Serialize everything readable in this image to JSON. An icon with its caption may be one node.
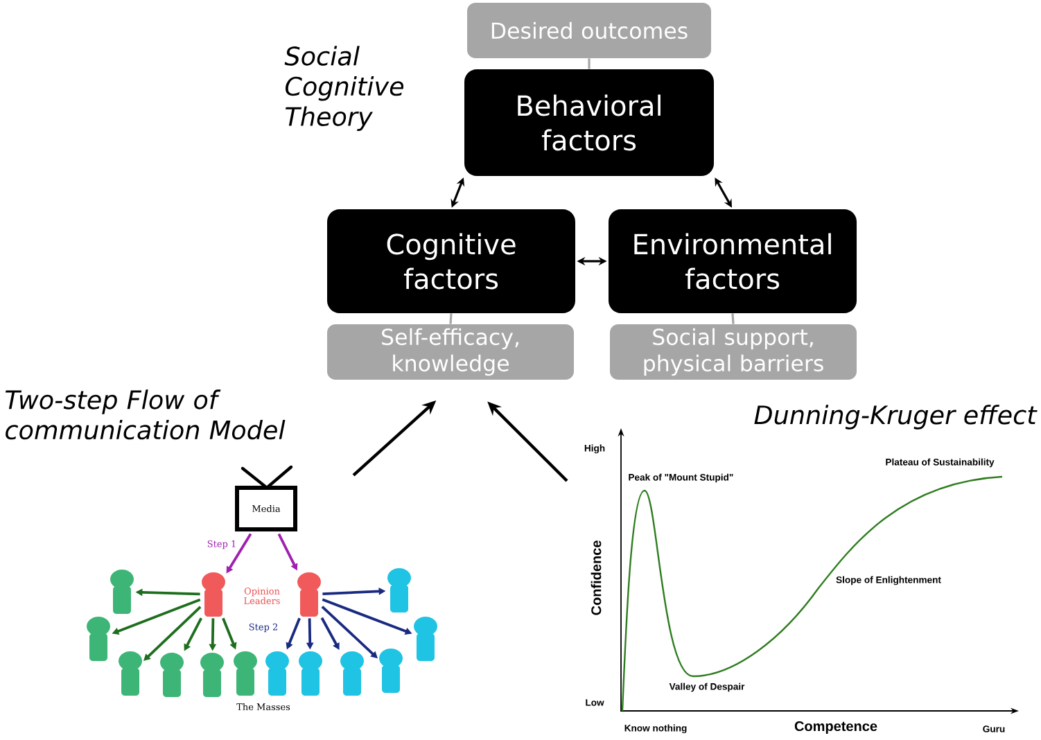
{
  "diagram": {
    "nodes": [
      {
        "text": [
          "Desired outcomes"
        ]
      },
      {
        "text": [
          "Behavioral factors"
        ]
      },
      {
        "text": [
          "Cognitive factors"
        ]
      },
      {
        "text": [
          "Environmental factors"
        ]
      },
      {
        "text": [
          "Self-efficacy, knowledge"
        ]
      },
      {
        "text": [
          "Social support, physical barriers"
        ]
      },
      {
        "text": [
          "Media"
        ]
      },
      {
        "text": [],
        "shape": "person"
      },
      {
        "text": [],
        "shape": "person"
      },
      {
        "text": [],
        "shape": "person"
      },
      {
        "text": [],
        "shape": "person"
      },
      {
        "text": [],
        "shape": "person"
      },
      {
        "text": [],
        "shape": "person"
      },
      {
        "text": [],
        "shape": "person"
      },
      {
        "text": [],
        "shape": "person"
      },
      {
        "text": [],
        "shape": "person"
      },
      {
        "text": [],
        "shape": "person"
      },
      {
        "text": [],
        "shape": "person"
      },
      {
        "text": [],
        "shape": "person"
      },
      {
        "text": [],
        "shape": "person"
      },
      {
        "text": [],
        "shape": "person"
      }
    ],
    "edges": [
      {
        "from": 0,
        "to": 1,
        "arrow": "none",
        "color": "#a6a6a6"
      },
      {
        "from": 1,
        "to": 2,
        "arrow": "both",
        "color": "#000000"
      },
      {
        "from": 1,
        "to": 3,
        "arrow": "both",
        "color": "#000000"
      },
      {
        "from": 2,
        "to": 3,
        "arrow": "both",
        "color": "#000000"
      },
      {
        "from": 2,
        "to": 4,
        "arrow": "none",
        "color": "#a6a6a6"
      },
      {
        "from": 3,
        "to": 5,
        "arrow": "none",
        "color": "#a6a6a6"
      },
      {
        "from": null,
        "to": 4,
        "arrow": "to",
        "color": "#000000"
      },
      {
        "from": null,
        "to": 4,
        "arrow": "to",
        "color": "#000000"
      },
      {
        "from": 6,
        "to": 7,
        "arrow": "to",
        "label": "Step 1",
        "color": "#a020b0"
      },
      {
        "from": 6,
        "to": 8,
        "arrow": "to",
        "color": "#a020b0"
      },
      {
        "from": 7,
        "to": 9,
        "arrow": "to",
        "color": "#1e6e1e"
      },
      {
        "from": 7,
        "to": 10,
        "arrow": "to",
        "color": "#1e6e1e"
      },
      {
        "from": 7,
        "to": 11,
        "arrow": "to",
        "color": "#1e6e1e"
      },
      {
        "from": 7,
        "to": 12,
        "arrow": "to",
        "color": "#1e6e1e"
      },
      {
        "from": 7,
        "to": 13,
        "arrow": "to",
        "color": "#1e6e1e"
      },
      {
        "from": 7,
        "to": 14,
        "arrow": "to",
        "color": "#1e6e1e"
      },
      {
        "from": 8,
        "to": 15,
        "arrow": "to",
        "label": "Step 2",
        "color": "#1a2a80"
      },
      {
        "from": 8,
        "to": 16,
        "arrow": "to",
        "color": "#1a2a80"
      },
      {
        "from": 8,
        "to": 17,
        "arrow": "to",
        "color": "#1a2a80"
      },
      {
        "from": 8,
        "to": 18,
        "arrow": "to",
        "color": "#1a2a80"
      },
      {
        "from": 8,
        "to": 19,
        "arrow": "to",
        "color": "#1a2a80"
      },
      {
        "from": 8,
        "to": 20,
        "arrow": "to",
        "color": "#1a2a80"
      }
    ],
    "labels": [
      "Social Cognitive Theory",
      "Two-step Flow of communication Model",
      "Opinion Leaders",
      "The Masses",
      "Dunning-Kruger effect",
      "High",
      "Plateau of Sustainability",
      "Peak of \"Mount Stupid\"",
      "Confidence",
      "Slope of Enlightenment",
      "Valley of Despair",
      "Low",
      "Know nothing",
      "Competence",
      "Guru"
    ]
  }
}
